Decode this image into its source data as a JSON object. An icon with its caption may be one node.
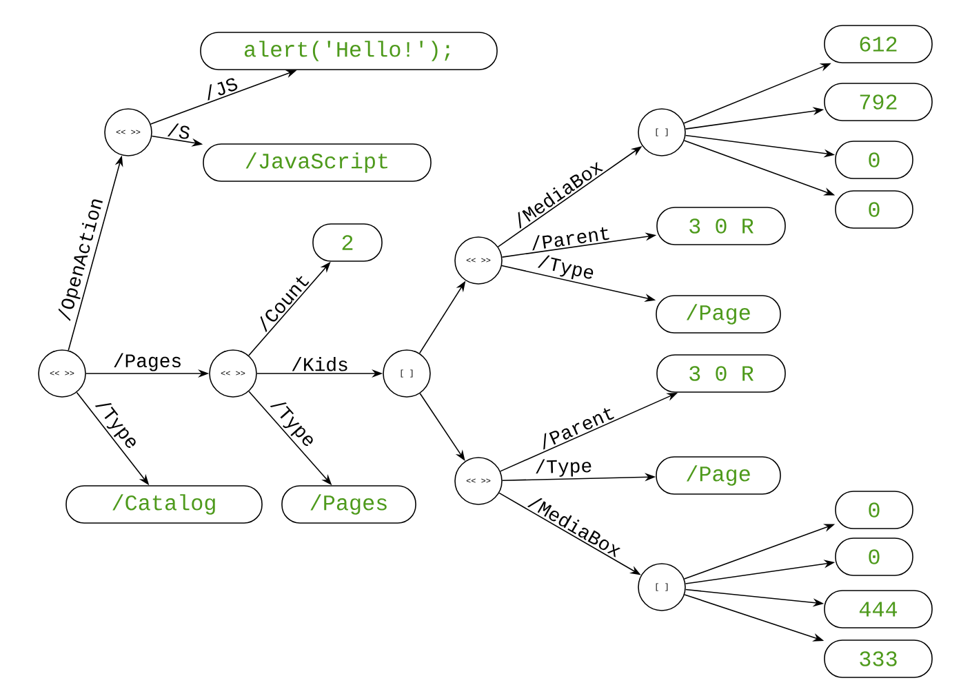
{
  "diagram": {
    "nodes": [
      {
        "text": [
          "<< >>"
        ]
      },
      {
        "text": [
          "<< >>"
        ]
      },
      {
        "text": [
          "alert('Hello!');"
        ]
      },
      {
        "text": [
          "/JavaScript"
        ]
      },
      {
        "text": [
          "<< >>"
        ]
      },
      {
        "text": [
          "2"
        ]
      },
      {
        "text": [
          "[ ]"
        ]
      },
      {
        "text": [
          "<< >>"
        ]
      },
      {
        "text": [
          "[ ]"
        ]
      },
      {
        "text": [
          "612"
        ]
      },
      {
        "text": [
          "792"
        ]
      },
      {
        "text": [
          "0"
        ]
      },
      {
        "text": [
          "0"
        ]
      },
      {
        "text": [
          "3 0 R"
        ]
      },
      {
        "text": [
          "/Page"
        ]
      },
      {
        "text": [
          "<< >>"
        ]
      },
      {
        "text": [
          "3 0 R"
        ]
      },
      {
        "text": [
          "/Page"
        ]
      },
      {
        "text": [
          "[ ]"
        ]
      },
      {
        "text": [
          "0"
        ]
      },
      {
        "text": [
          "0"
        ]
      },
      {
        "text": [
          "444"
        ]
      },
      {
        "text": [
          "333"
        ]
      },
      {
        "text": [
          "/Catalog"
        ]
      },
      {
        "text": [
          "/Pages"
        ]
      }
    ],
    "edges": [
      {
        "from": 0,
        "to": 1,
        "arrow": "to",
        "label": "/OpenAction"
      },
      {
        "from": 1,
        "to": 2,
        "arrow": "to",
        "label": "/JS"
      },
      {
        "from": 1,
        "to": 3,
        "arrow": "to",
        "label": "/S"
      },
      {
        "from": 0,
        "to": 4,
        "arrow": "to",
        "label": "/Pages"
      },
      {
        "from": 0,
        "to": 23,
        "arrow": "to",
        "label": "/Type"
      },
      {
        "from": 4,
        "to": 5,
        "arrow": "to",
        "label": "/Count"
      },
      {
        "from": 4,
        "to": 6,
        "arrow": "to",
        "label": "/Kids"
      },
      {
        "from": 4,
        "to": 24,
        "arrow": "to",
        "label": "/Type"
      },
      {
        "from": 6,
        "to": 7,
        "arrow": "to"
      },
      {
        "from": 6,
        "to": 15,
        "arrow": "to"
      },
      {
        "from": 7,
        "to": 8,
        "arrow": "to",
        "label": "/MediaBox"
      },
      {
        "from": 7,
        "to": 13,
        "arrow": "to",
        "label": "/Parent"
      },
      {
        "from": 7,
        "to": 14,
        "arrow": "to",
        "label": "/Type"
      },
      {
        "from": 8,
        "to": 9,
        "arrow": "to"
      },
      {
        "from": 8,
        "to": 10,
        "arrow": "to"
      },
      {
        "from": 8,
        "to": 11,
        "arrow": "to"
      },
      {
        "from": 8,
        "to": 12,
        "arrow": "to"
      },
      {
        "from": 15,
        "to": 16,
        "arrow": "to",
        "label": "/Parent"
      },
      {
        "from": 15,
        "to": 17,
        "arrow": "to",
        "label": "/Type"
      },
      {
        "from": 15,
        "to": 18,
        "arrow": "to",
        "label": "/MediaBox"
      },
      {
        "from": 18,
        "to": 19,
        "arrow": "to"
      },
      {
        "from": 18,
        "to": 20,
        "arrow": "to"
      },
      {
        "from": 18,
        "to": 21,
        "arrow": "to"
      },
      {
        "from": 18,
        "to": 22,
        "arrow": "to"
      }
    ]
  }
}
